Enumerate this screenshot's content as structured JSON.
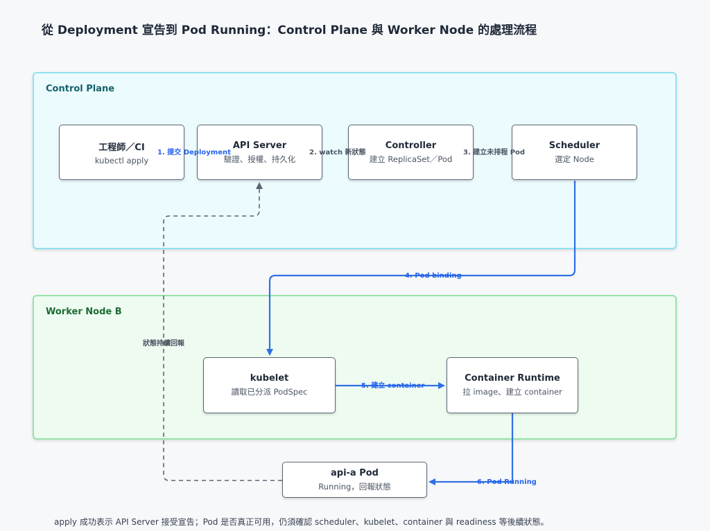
{
  "title": "從 Deployment 宣告到 Pod Running：Control Plane 與 Worker Node 的處理流程",
  "panels": {
    "control_plane": "Control Plane",
    "worker_node": "Worker Node B"
  },
  "nodes": {
    "ci": {
      "title": "工程師／CI",
      "sub": "kubectl apply"
    },
    "api": {
      "title": "API Server",
      "sub": "驗證、授權、持久化"
    },
    "controller": {
      "title": "Controller",
      "sub": "建立 ReplicaSet／Pod"
    },
    "scheduler": {
      "title": "Scheduler",
      "sub": "選定 Node"
    },
    "kubelet": {
      "title": "kubelet",
      "sub": "讀取已分派 PodSpec"
    },
    "runtime": {
      "title": "Container Runtime",
      "sub": "拉 image、建立 container"
    },
    "pod": {
      "title": "api-a Pod",
      "sub": "Running，回報狀態"
    }
  },
  "edges": {
    "e1": "1. 提交 Deployment",
    "e2": "2. watch 新狀態",
    "e3": "3. 建立未排程 Pod",
    "e4": "4. Pod binding",
    "e5": "5. 建立 container",
    "e6": "6. Pod Running",
    "status_loop": "狀態持續回報"
  },
  "footer": "apply 成功表示 API Server 接受宣告；Pod 是否真正可用，仍須確認 scheduler、kubelet、container 與 readiness 等後續狀態。",
  "colors": {
    "flow_blue": "#2f6fe4",
    "status_gray": "#5b6472",
    "control_plane_bg": "#ecfbfd",
    "worker_node_bg": "#eefbf1"
  }
}
